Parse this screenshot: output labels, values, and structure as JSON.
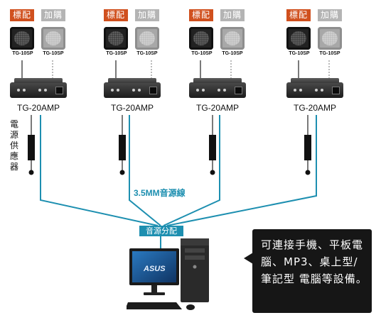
{
  "badges": {
    "standard": "標配",
    "addon": "加購"
  },
  "speaker_model": "TG-10SP",
  "amp_model": "TG-20AMP",
  "power_supply_label": "電源供應器",
  "cable_label": "3.5MM音源線",
  "splitter_label": "音源分配",
  "pc_brand": "ASUS",
  "callout_text": "可連接手機、平板電腦、MP3、桌上型/筆記型 電腦等設備。",
  "colors": {
    "standard_badge": "#d0501e",
    "addon_badge": "#b4b4b4",
    "cable": "#1d8fb0",
    "callout_bg": "#161616"
  }
}
